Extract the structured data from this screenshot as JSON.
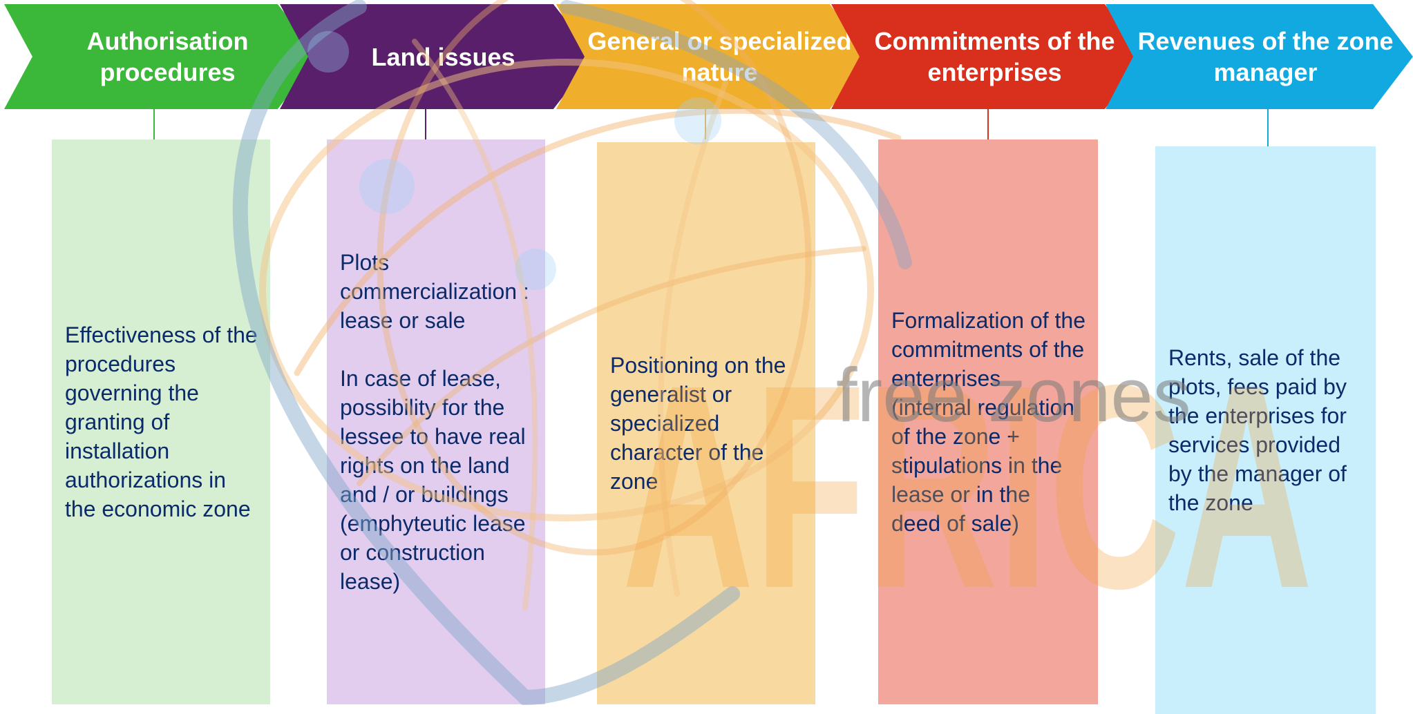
{
  "watermark": {
    "big": "AFRICA",
    "small": "free zones"
  },
  "stages": [
    {
      "title": "Authorisation procedures",
      "color": "#3bb83a",
      "box_color": "#d6efd3",
      "paragraphs": [
        "Effectiveness of the procedures governing the granting of installation authorizations in the economic zone"
      ]
    },
    {
      "title": "Land issues",
      "color": "#5a1f6a",
      "box_color": "#e2cdef",
      "paragraphs": [
        "Plots commercialization : lease or sale",
        "In case of lease, possibility for the lessee to have real rights on the land and / or buildings (emphyteutic lease or construction lease)"
      ]
    },
    {
      "title": "General or specialized nature",
      "color": "#f0ae2d",
      "box_color": "#f8d9a0",
      "paragraphs": [
        "Positioning on the generalist or specialized character of the zone"
      ]
    },
    {
      "title": "Commitments of the enterprises",
      "color": "#d9301e",
      "box_color": "#f2a69c",
      "paragraphs": [
        "Formalization of the commitments of the enterprises (internal regulation of the zone + stipulations in the lease or in the deed of sale)"
      ]
    },
    {
      "title": "Revenues of the zone manager",
      "color": "#12a9e0",
      "box_color": "#c9effc",
      "paragraphs": [
        "Rents, sale of the plots, fees paid by the enterprises for services provided by the manager of the zone"
      ]
    }
  ]
}
